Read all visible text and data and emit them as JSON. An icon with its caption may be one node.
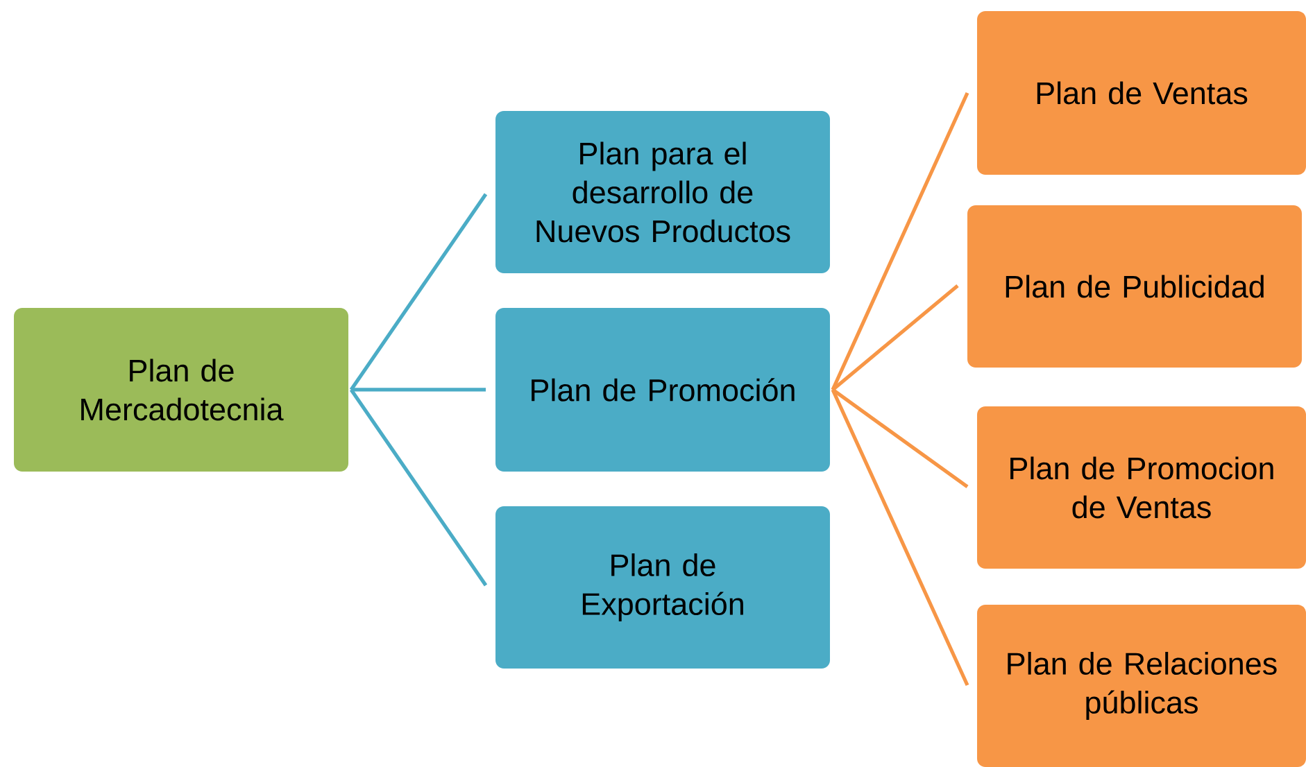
{
  "diagram": {
    "nodes": [
      {
        "text": [
          "Plan de Mercadotecnia"
        ]
      },
      {
        "text": [
          "Plan para el desarrollo de Nuevos Productos"
        ]
      },
      {
        "text": [
          "Plan de Promoción"
        ]
      },
      {
        "text": [
          "Plan de Exportación"
        ]
      },
      {
        "text": [
          "Plan de Ventas"
        ]
      },
      {
        "text": [
          "Plan de Publicidad"
        ]
      },
      {
        "text": [
          "Plan de Promocion de Ventas"
        ]
      },
      {
        "text": [
          "Plan de Relaciones públicas"
        ]
      }
    ],
    "edges": [
      {
        "from": 0,
        "to": 1,
        "arrow": "none",
        "color": "#4bacc6"
      },
      {
        "from": 0,
        "to": 2,
        "arrow": "none",
        "color": "#4bacc6"
      },
      {
        "from": 0,
        "to": 3,
        "arrow": "none",
        "color": "#4bacc6"
      },
      {
        "from": 2,
        "to": 4,
        "arrow": "none",
        "color": "#f79646"
      },
      {
        "from": 2,
        "to": 5,
        "arrow": "none",
        "color": "#f79646"
      },
      {
        "from": 2,
        "to": 6,
        "arrow": "none",
        "color": "#f79646"
      },
      {
        "from": 2,
        "to": 7,
        "arrow": "none",
        "color": "#f79646"
      }
    ]
  }
}
